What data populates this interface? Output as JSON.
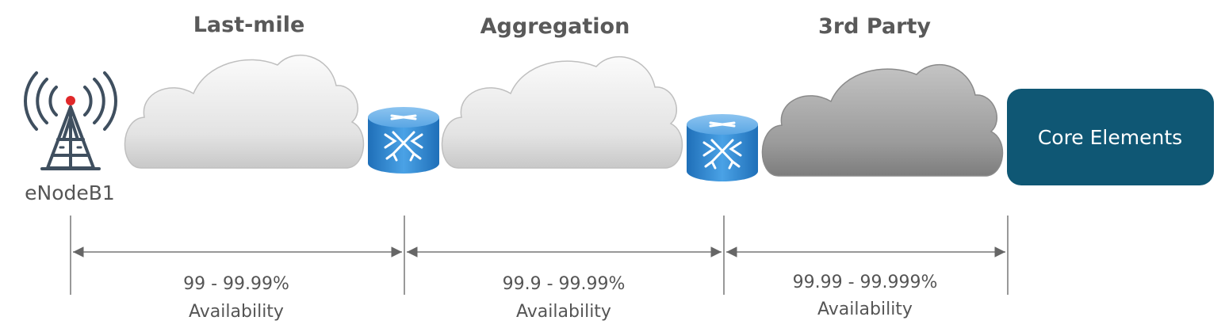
{
  "segments": [
    {
      "title": "Last-mile",
      "range": "99 - 99.99%",
      "caption": "Availability"
    },
    {
      "title": "Aggregation",
      "range": "99.9 - 99.99%",
      "caption": "Availability"
    },
    {
      "title": "3rd Party",
      "range": "99.99 - 99.999%",
      "caption": "Availability"
    }
  ],
  "enodeb": {
    "label": "eNodeB1"
  },
  "core": {
    "label": "Core Elements"
  },
  "colors": {
    "core_box": "#0f5774",
    "router": "#3b8fd4",
    "antenna_tip": "#e0282a",
    "tower": "#3f4f5f",
    "cloud_light": "#e6e6e6",
    "cloud_dark": "#9e9e9e",
    "text": "#555555"
  },
  "icons": [
    "cell-tower-icon",
    "router-icon",
    "cloud-icon"
  ]
}
